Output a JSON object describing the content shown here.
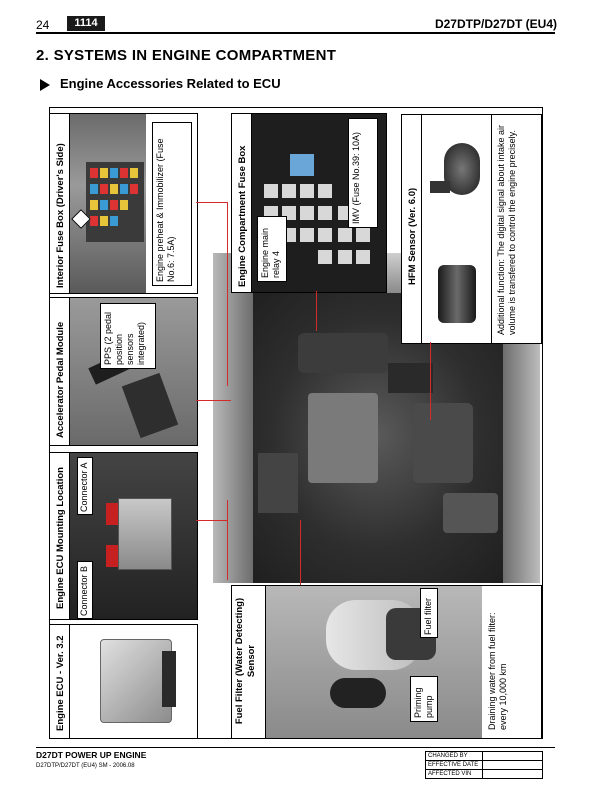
{
  "header": {
    "page_number": "24",
    "code": "1114",
    "model": "D27DTP/D27DT (EU4)"
  },
  "section": {
    "title": "2. SYSTEMS IN ENGINE COMPARTMENT",
    "subtitle": "Engine Accessories Related to ECU"
  },
  "panels": {
    "interior_fuse": {
      "title": "Interior Fuse Box (Driver's Side)",
      "label": "Engine preheat & Immobilizer (Fuse No.6: 7.5A)"
    },
    "engine_fuse": {
      "title": "Engine Compartment Fuse Box",
      "relay": "Engine main relay 4",
      "imv": "IMV (Fuse No.39: 10A)"
    },
    "hfm": {
      "title": "HFM Sensor (Ver. 6.0)",
      "note": "Additional function: The digital signal about intake air volume is transfered to control the engine precisely."
    },
    "pedal": {
      "title": "Accelerator Pedal Module",
      "pps": "PPS (2 pedal position sensors integrated)"
    },
    "ecu_mount": {
      "title": "Engine ECU Mounting Location",
      "conn_a": "Connector A",
      "conn_b": "Connector B"
    },
    "ecu_ver": {
      "title": "Engine ECU - Ver. 3.2"
    },
    "fuel_filter": {
      "title": "Fuel Filter (Water Detecting) Sensor",
      "filter_label": "Fuel filter",
      "pump_label": "Priming pump",
      "drain_note": "Draining water from fuel filter: every 10,000 km"
    }
  },
  "footer": {
    "engine": "D27DT POWER UP ENGINE",
    "doc": "D27DTP/D27DT (EU4)  SM - 2006.08",
    "changed_by": "CHANGED BY",
    "effective_date": "EFFECTIVE DATE",
    "affected_vin": "AFFECTED VIN"
  }
}
